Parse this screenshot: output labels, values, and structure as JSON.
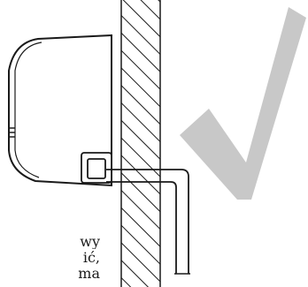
{
  "text_fragments": [
    "wy",
    "ić,",
    "ma"
  ],
  "colors": {
    "line": "#1a1a1a",
    "checkmark": "#c8c8c8",
    "background": "#ffffff"
  },
  "icons": {
    "correct_mark": "checkmark-icon"
  }
}
